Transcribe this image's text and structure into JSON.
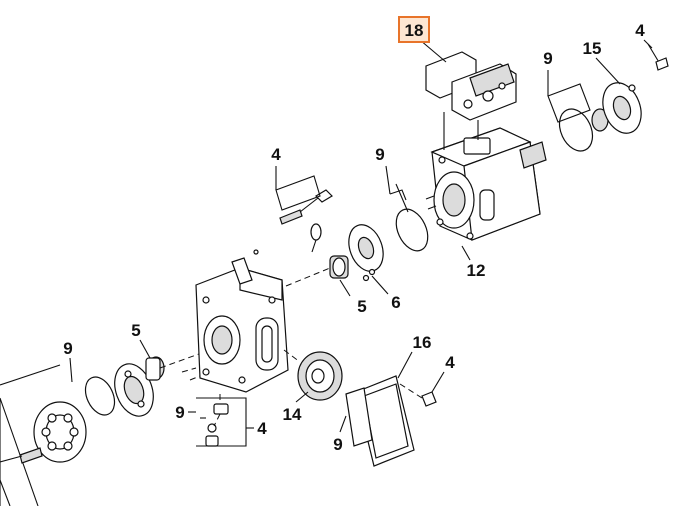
{
  "callouts": [
    {
      "id": "c18",
      "text": "18",
      "highlighted": true
    },
    {
      "id": "c4a",
      "text": "4"
    },
    {
      "id": "c9a",
      "text": "9"
    },
    {
      "id": "c15",
      "text": "15"
    },
    {
      "id": "c4b",
      "text": "4"
    },
    {
      "id": "c9b",
      "text": "9"
    },
    {
      "id": "c12",
      "text": "12"
    },
    {
      "id": "c5a",
      "text": "5"
    },
    {
      "id": "c6",
      "text": "6"
    },
    {
      "id": "c9c",
      "text": "9"
    },
    {
      "id": "c5b",
      "text": "5"
    },
    {
      "id": "c16",
      "text": "16"
    },
    {
      "id": "c4c",
      "text": "4"
    },
    {
      "id": "c9d",
      "text": "9"
    },
    {
      "id": "c4d",
      "text": "4"
    },
    {
      "id": "c14",
      "text": "14"
    },
    {
      "id": "c9e",
      "text": "9"
    }
  ],
  "colors": {
    "highlight_fill": "#fde6d2",
    "highlight_stroke": "#e8742a",
    "line": "#111111"
  }
}
